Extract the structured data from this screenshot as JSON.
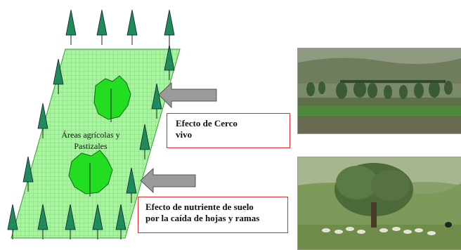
{
  "diagram": {
    "area_label_line1": "Áreas agrícolas y",
    "area_label_line2": "Pastizales",
    "callout_living_fence_line1": "Efecto de Cerco",
    "callout_living_fence_line2": "vivo",
    "callout_nutrient_line1": "Efecto de nutriente de suelo",
    "callout_nutrient_line2": "por la caída de hojas y ramas"
  },
  "colors": {
    "field_fill": "#a8f5a0",
    "field_grid": "#6fd96a",
    "tree_fill": "#1f8a5a",
    "canopy_fill": "#22dd22",
    "arrow_fill": "#9a9a9a",
    "callout_border": "#e03030"
  },
  "icons": [
    "conifer-tree-icon",
    "tree-canopy-icon",
    "arrow-icon"
  ]
}
